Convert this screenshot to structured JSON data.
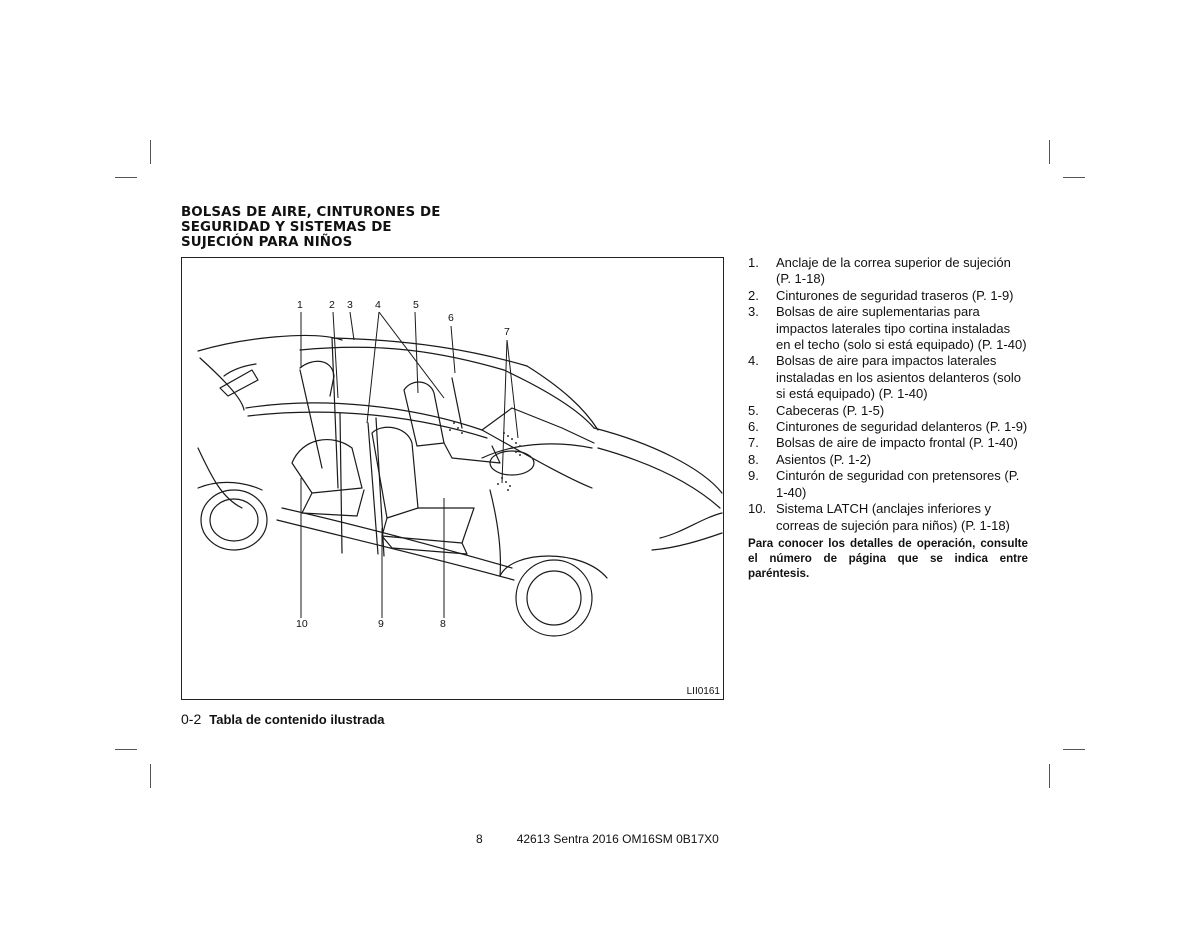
{
  "section": {
    "title_lines": [
      "BOLSAS DE AIRE, CINTURONES DE",
      "SEGURIDAD Y SISTEMAS DE",
      "SUJECIÓN PARA NIÑOS"
    ]
  },
  "figure": {
    "callouts_top": [
      "1",
      "2",
      "3",
      "4",
      "5",
      "6",
      "7"
    ],
    "callouts_bottom": [
      "10",
      "9",
      "8"
    ],
    "code": "LII0161"
  },
  "legend": {
    "items": [
      {
        "num": "1.",
        "text": "Anclaje de la correa superior de sujeción (P. 1-18)"
      },
      {
        "num": "2.",
        "text": "Cinturones de seguridad traseros (P. 1-9)"
      },
      {
        "num": "3.",
        "text": "Bolsas de aire suplementarias para impactos laterales tipo cortina instaladas en el techo (solo si está equipado) (P. 1-40)"
      },
      {
        "num": "4.",
        "text": "Bolsas de aire para impactos laterales instaladas en los asientos delanteros (solo si está equipado) (P. 1-40)"
      },
      {
        "num": "5.",
        "text": "Cabeceras (P. 1-5)"
      },
      {
        "num": "6.",
        "text": "Cinturones de seguridad delanteros (P. 1-9)"
      },
      {
        "num": "7.",
        "text": "Bolsas de aire de impacto frontal (P. 1-40)"
      },
      {
        "num": "8.",
        "text": "Asientos (P. 1-2)"
      },
      {
        "num": "9.",
        "text": "Cinturón de seguridad con pretensores (P. 1-40)"
      },
      {
        "num": "10.",
        "text": "Sistema LATCH (anclajes inferiores y correas de sujeción para niños) (P. 1-18)"
      }
    ],
    "note": "Para conocer los detalles de operación, consulte el número de página que se indica entre paréntesis."
  },
  "footer": {
    "page": "0-2",
    "title": "Tabla de contenido ilustrada"
  },
  "bottom": {
    "page_index": "8",
    "doc_code": "42613 Sentra 2016 OM16SM 0B17X0"
  }
}
